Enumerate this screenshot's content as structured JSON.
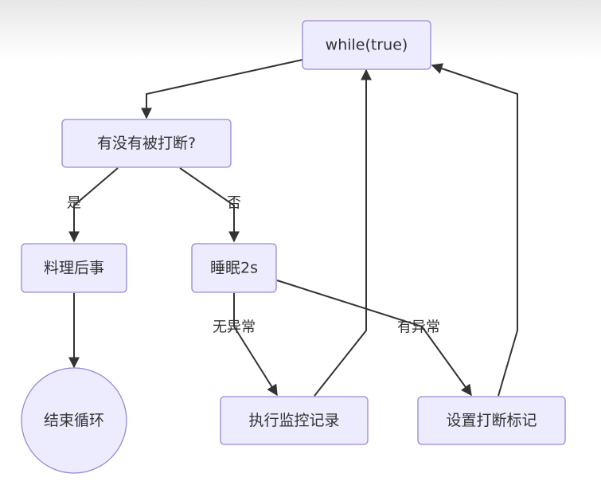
{
  "diagram": {
    "type": "flowchart",
    "nodes": [
      {
        "id": "loop",
        "label": "while(true)",
        "shape": "rounded-rect"
      },
      {
        "id": "check",
        "label": "有没有被打断?",
        "shape": "rounded-rect"
      },
      {
        "id": "cleanup",
        "label": "料理后事",
        "shape": "rounded-rect"
      },
      {
        "id": "sleep",
        "label": "睡眠2s",
        "shape": "rounded-rect"
      },
      {
        "id": "end",
        "label": "结束循环",
        "shape": "circle"
      },
      {
        "id": "record",
        "label": "执行监控记录",
        "shape": "rounded-rect"
      },
      {
        "id": "setflag",
        "label": "设置打断标记",
        "shape": "rounded-rect"
      }
    ],
    "edges": [
      {
        "from": "loop",
        "to": "check",
        "label": ""
      },
      {
        "from": "check",
        "to": "cleanup",
        "label": "是"
      },
      {
        "from": "check",
        "to": "sleep",
        "label": "否"
      },
      {
        "from": "cleanup",
        "to": "end",
        "label": ""
      },
      {
        "from": "sleep",
        "to": "record",
        "label": "无异常"
      },
      {
        "from": "sleep",
        "to": "setflag",
        "label": "有异常"
      },
      {
        "from": "record",
        "to": "loop",
        "label": ""
      },
      {
        "from": "setflag",
        "to": "loop",
        "label": ""
      }
    ]
  }
}
